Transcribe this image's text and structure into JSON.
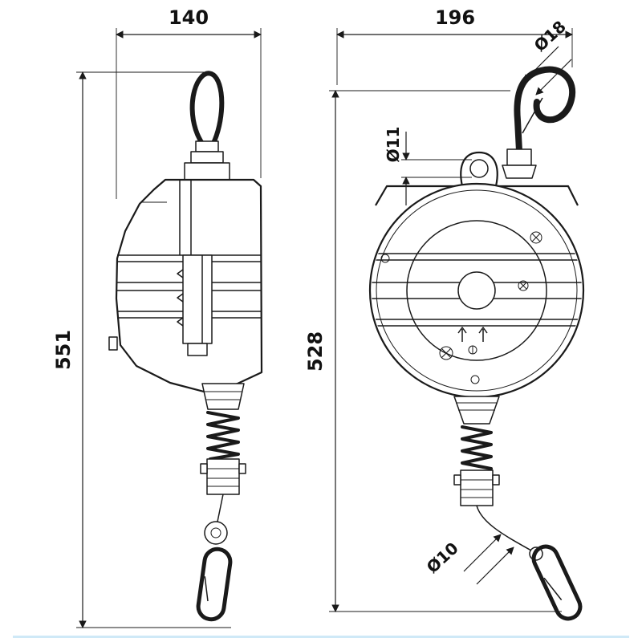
{
  "dimensions": {
    "side_width": "140",
    "front_width": "196",
    "side_height": "551",
    "front_height": "528",
    "top_hook_diameter": "Ø18",
    "suspension_hole_diameter": "Ø11",
    "bottom_cable_diameter": "Ø10"
  },
  "colors": {
    "line": "#1a1a1a",
    "background": "#ffffff",
    "footer_line": "#cfe9f7"
  }
}
